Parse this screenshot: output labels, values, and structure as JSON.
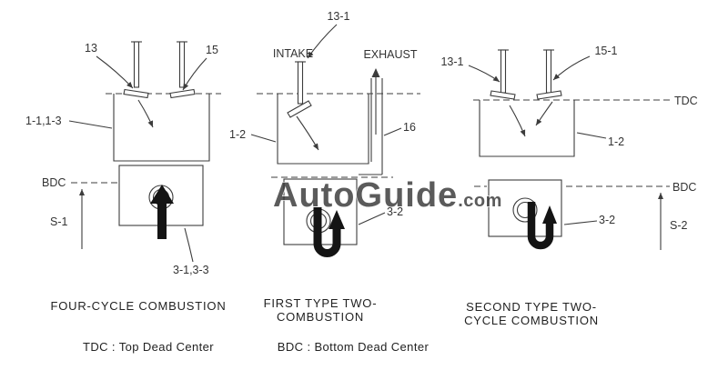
{
  "watermark": {
    "main": "AutoGuide",
    "suffix": ".com"
  },
  "colors": {
    "watermark_gray": "#a9a9a9"
  },
  "diagrams": {
    "four_cycle": {
      "caption": "FOUR-CYCLE COMBUSTION",
      "labels": {
        "intake_valve": "13",
        "exhaust_valve": "15",
        "cylinder": "1-1,1-3",
        "bdc": "BDC",
        "stroke": "S-1",
        "piston": "3-1,3-3"
      }
    },
    "first_type_two": {
      "caption_line1": "FIRST TYPE TWO-",
      "caption_line2": "COMBUSTION",
      "labels": {
        "valve": "13-1",
        "intake": "INTAKE",
        "exhaust": "EXHAUST",
        "cylinder": "1-2",
        "exhaust_pipe": "16",
        "piston": "3-2"
      }
    },
    "second_type_two": {
      "caption_line1": "SECOND TYPE TWO-",
      "caption_line2": "CYCLE COMBUSTION",
      "labels": {
        "intake_valve": "13-1",
        "exhaust_valve": "15-1",
        "tdc": "TDC",
        "cylinder": "1-2",
        "bdc": "BDC",
        "piston": "3-2",
        "stroke": "S-2"
      }
    }
  },
  "legend": {
    "tdc": "TDC : Top Dead Center",
    "bdc": "BDC : Bottom Dead Center"
  }
}
